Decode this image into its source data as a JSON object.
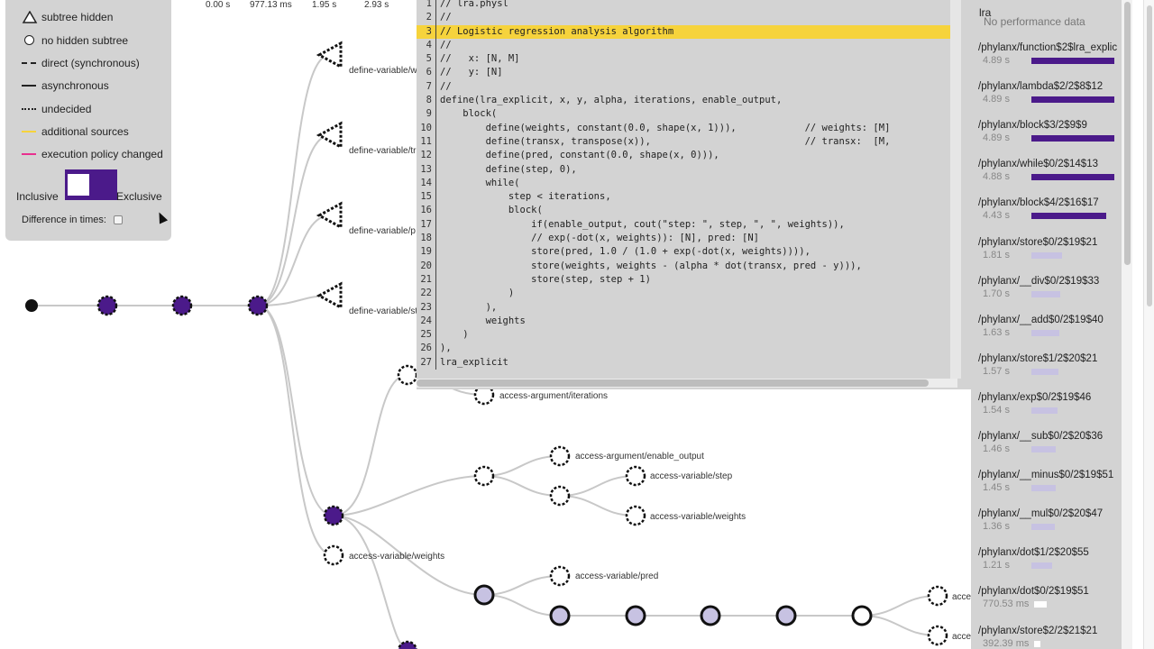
{
  "axis": {
    "ticks": [
      "0.00 s",
      "977.13 ms",
      "1.95 s",
      "2.93 s"
    ]
  },
  "legend": {
    "items": [
      {
        "icon": "triangle-outline-icon",
        "label": "subtree hidden"
      },
      {
        "icon": "circle-outline-icon",
        "label": "no hidden subtree"
      },
      {
        "icon": "dashed-line-icon",
        "label": "direct (synchronous)"
      },
      {
        "icon": "solid-line-icon",
        "label": "asynchronous"
      },
      {
        "icon": "dotted-line-icon",
        "label": "undecided"
      },
      {
        "icon": "yellow-line-icon",
        "label": "additional sources"
      },
      {
        "icon": "pink-line-icon",
        "label": "execution policy changed"
      }
    ],
    "inclusive_label": "Inclusive",
    "exclusive_label": "Exclusive",
    "difference_label": "Difference in times:",
    "colors": {
      "accent": "#4b1a8a",
      "light": "#c7c2e2",
      "highlight": "#f6d33c",
      "policy": "#e8308f"
    }
  },
  "tree": {
    "labels": {
      "define_w": "define-variable/w",
      "define_tr": "define-variable/tr",
      "define_p": "define-variable/p",
      "define_st": "define-variable/st",
      "iterations": "access-argument/iterations",
      "enable_output": "access-argument/enable_output",
      "step": "access-variable/step",
      "weights1": "access-variable/weights",
      "weights2": "access-variable/weights",
      "pred": "access-variable/pred",
      "acce1": "acce",
      "acce2": "acce"
    }
  },
  "code": {
    "highlight_line": 3,
    "lines": [
      "// lra.physl",
      "//",
      "// Logistic regression analysis algorithm",
      "//",
      "//   x: [N, M]",
      "//   y: [N]",
      "//",
      "define(lra_explicit, x, y, alpha, iterations, enable_output,",
      "    block(",
      "        define(weights, constant(0.0, shape(x, 1))),            // weights: [M]",
      "        define(transx, transpose(x)),                           // transx:  [M,",
      "        define(pred, constant(0.0, shape(x, 0))),",
      "        define(step, 0),",
      "        while(",
      "            step < iterations,",
      "            block(",
      "                if(enable_output, cout(\"step: \", step, \", \", weights)),",
      "                // exp(-dot(x, weights)): [N], pred: [N]",
      "                store(pred, 1.0 / (1.0 + exp(-dot(x, weights)))),",
      "                store(weights, weights - (alpha * dot(transx, pred - y))),",
      "                store(step, step + 1)",
      "            )",
      "        ),",
      "        weights",
      "    )",
      "),",
      "lra_explicit"
    ]
  },
  "perf": {
    "title": "lra",
    "subtitle": "No performance data",
    "items": [
      {
        "name": "/phylanx/function$2$lra_explic",
        "time": "4.89 s",
        "value": 4.89,
        "style": "dark"
      },
      {
        "name": "/phylanx/lambda$2/2$8$12",
        "time": "4.89 s",
        "value": 4.89,
        "style": "dark"
      },
      {
        "name": "/phylanx/block$3/2$9$9",
        "time": "4.89 s",
        "value": 4.89,
        "style": "dark"
      },
      {
        "name": "/phylanx/while$0/2$14$13",
        "time": "4.88 s",
        "value": 4.88,
        "style": "dark"
      },
      {
        "name": "/phylanx/block$4/2$16$17",
        "time": "4.43 s",
        "value": 4.43,
        "style": "dark"
      },
      {
        "name": "/phylanx/store$0/2$19$21",
        "time": "1.81 s",
        "value": 1.81,
        "style": "light"
      },
      {
        "name": "/phylanx/__div$0/2$19$33",
        "time": "1.70 s",
        "value": 1.7,
        "style": "light"
      },
      {
        "name": "/phylanx/__add$0/2$19$40",
        "time": "1.63 s",
        "value": 1.63,
        "style": "light"
      },
      {
        "name": "/phylanx/store$1/2$20$21",
        "time": "1.57 s",
        "value": 1.57,
        "style": "light"
      },
      {
        "name": "/phylanx/exp$0/2$19$46",
        "time": "1.54 s",
        "value": 1.54,
        "style": "light"
      },
      {
        "name": "/phylanx/__sub$0/2$20$36",
        "time": "1.46 s",
        "value": 1.46,
        "style": "light"
      },
      {
        "name": "/phylanx/__minus$0/2$19$51",
        "time": "1.45 s",
        "value": 1.45,
        "style": "light"
      },
      {
        "name": "/phylanx/__mul$0/2$20$47",
        "time": "1.36 s",
        "value": 1.36,
        "style": "light"
      },
      {
        "name": "/phylanx/dot$1/2$20$55",
        "time": "1.21 s",
        "value": 1.21,
        "style": "light"
      },
      {
        "name": "/phylanx/dot$0/2$19$51",
        "time": "770.53 ms",
        "value": 0.77,
        "style": "white"
      },
      {
        "name": "/phylanx/store$2/2$21$21",
        "time": "392.39 ms",
        "value": 0.39,
        "style": "white"
      }
    ]
  }
}
